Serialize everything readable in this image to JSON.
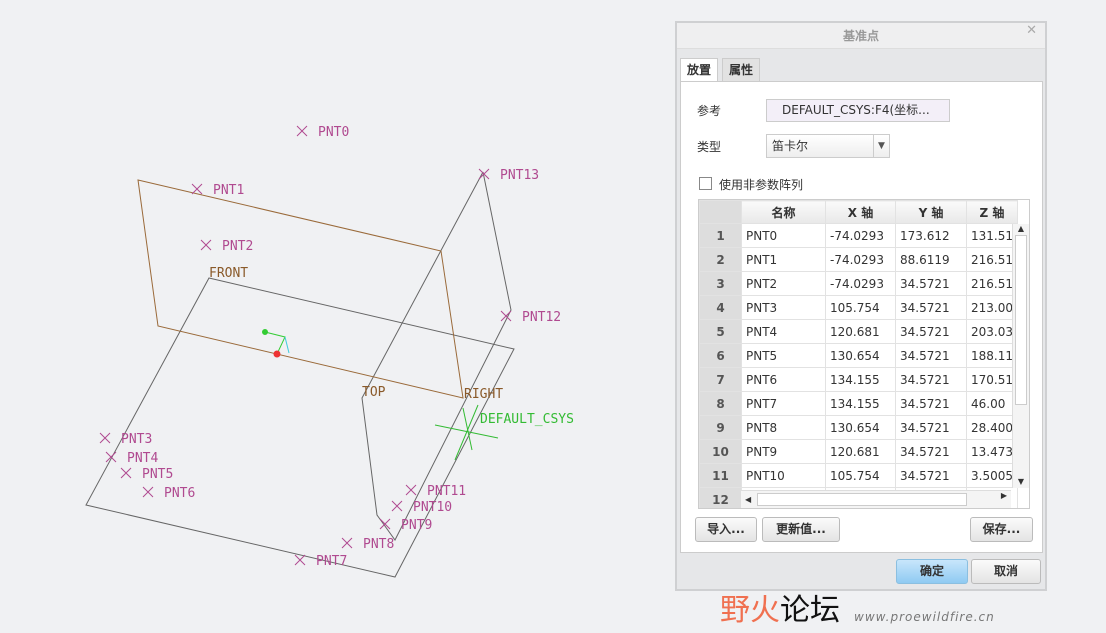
{
  "viewport": {
    "planes": [
      "FRONT",
      "TOP",
      "RIGHT"
    ],
    "csys": "DEFAULT_CSYS",
    "points": [
      "PNT0",
      "PNT1",
      "PNT2",
      "PNT3",
      "PNT4",
      "PNT5",
      "PNT6",
      "PNT7",
      "PNT8",
      "PNT9",
      "PNT10",
      "PNT11",
      "PNT12",
      "PNT13"
    ]
  },
  "dialog": {
    "title": "基准点",
    "tabs": [
      "放置",
      "属性"
    ],
    "reference_label": "参考",
    "reference_value": "DEFAULT_CSYS:F4(坐标...",
    "type_label": "类型",
    "type_value": "笛卡尔",
    "nonparam_label": "使用非参数阵列",
    "columns": [
      "名称",
      "X 轴",
      "Y 轴",
      "Z 轴"
    ],
    "rows": [
      [
        "1",
        "PNT0",
        "-74.0293",
        "173.612",
        "131.51"
      ],
      [
        "2",
        "PNT1",
        "-74.0293",
        "88.6119",
        "216.51"
      ],
      [
        "3",
        "PNT2",
        "-74.0293",
        "34.5721",
        "216.51"
      ],
      [
        "4",
        "PNT3",
        "105.754",
        "34.5721",
        "213.00"
      ],
      [
        "5",
        "PNT4",
        "120.681",
        "34.5721",
        "203.03"
      ],
      [
        "6",
        "PNT5",
        "130.654",
        "34.5721",
        "188.11"
      ],
      [
        "7",
        "PNT6",
        "134.155",
        "34.5721",
        "170.51"
      ],
      [
        "8",
        "PNT7",
        "134.155",
        "34.5721",
        "46.00"
      ],
      [
        "9",
        "PNT8",
        "130.654",
        "34.5721",
        "28.400"
      ],
      [
        "10",
        "PNT9",
        "120.681",
        "34.5721",
        "13.473"
      ],
      [
        "11",
        "PNT10",
        "105.754",
        "34.5721",
        "3.5005"
      ],
      [
        "12",
        "",
        "",
        "",
        ""
      ]
    ],
    "import_label": "导入...",
    "update_label": "更新值...",
    "save_label": "保存...",
    "ok_label": "确定",
    "cancel_label": "取消"
  },
  "watermark": {
    "name": "野火论坛",
    "url": "www.proewildfire.cn"
  }
}
